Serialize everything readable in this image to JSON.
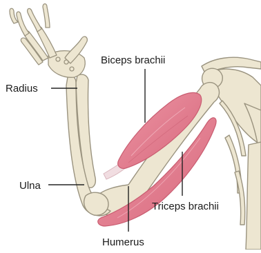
{
  "labels": {
    "biceps": "Biceps brachii",
    "radius": "Radius",
    "ulna": "Ulna",
    "triceps": "Triceps brachii",
    "humerus": "Humerus"
  },
  "colors": {
    "bone_fill": "#ede6d1",
    "bone_stroke": "#9a937f",
    "muscle": "#e0798b",
    "muscle_dark": "#c95d71",
    "tendon": "#f1dde1",
    "leader": "#222222"
  }
}
